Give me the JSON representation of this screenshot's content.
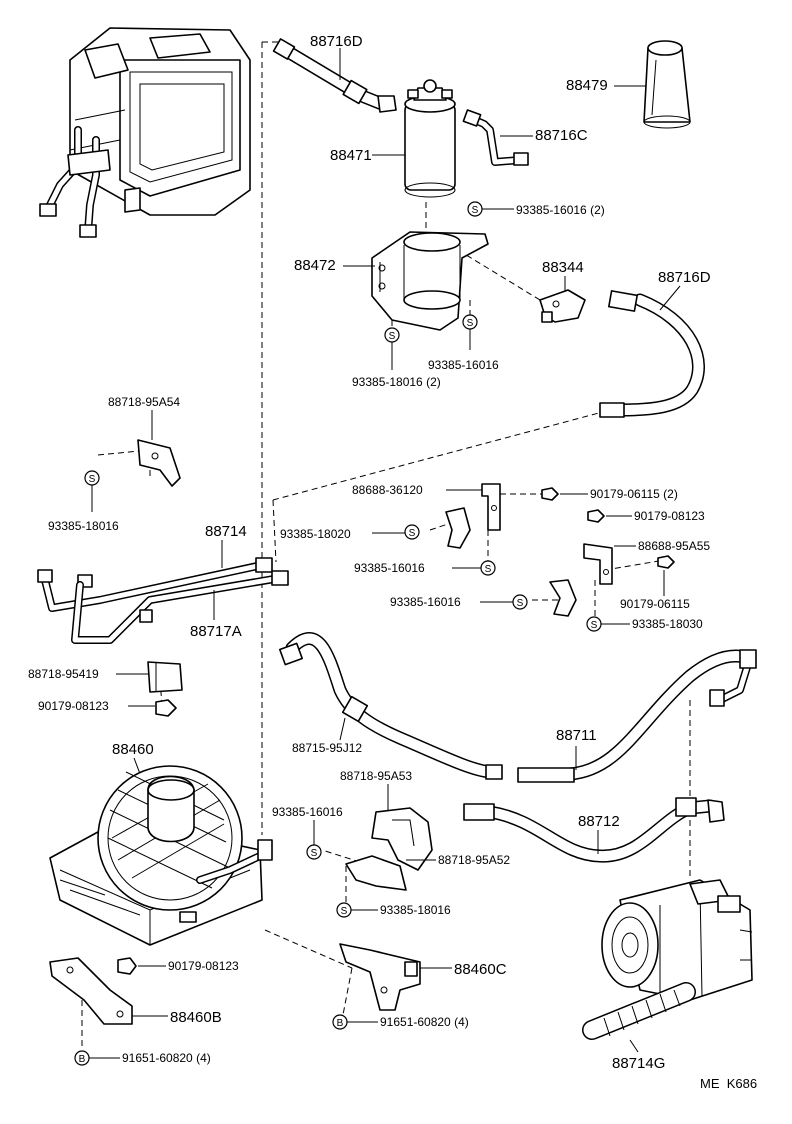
{
  "footer": {
    "code": "ME  K686"
  },
  "symbols": {
    "screw": "S",
    "bolt": "B"
  },
  "parts": {
    "hose_88716D_top": "88716D",
    "drier": "88471",
    "cover": "88479",
    "pipe_88716C": "88716C",
    "bracket_88472": "88472",
    "screw_93385_16016_2": "93385-16016 (2)",
    "bracket_88344": "88344",
    "hose_88716D_right": "88716D",
    "screw_93385_16016_a": "93385-16016",
    "screw_93385_18016_2": "93385-18016 (2)",
    "bracket_88718_95A54": "88718-95A54",
    "screw_93385_18016_a": "93385-18016",
    "pipe_88714": "88714",
    "pipe_88717A": "88717A",
    "bracket_88718_95419": "88718-95419",
    "nut_90179_08123_a": "90179-08123",
    "bracket_88688_36120": "88688-36120",
    "nut_90179_06115_2": "90179-06115 (2)",
    "screw_93385_18020": "93385-18020",
    "nut_90179_08123_b": "90179-08123",
    "screw_93385_16016_b": "93385-16016",
    "bracket_88688_95A55": "88688-95A55",
    "screw_93385_16016_c": "93385-16016",
    "nut_90179_06115": "90179-06115",
    "screw_93385_18030": "93385-18030",
    "hose_88715_95J12": "88715-95J12",
    "hose_88711": "88711",
    "bracket_88718_95A53": "88718-95A53",
    "screw_93385_16016_d": "93385-16016",
    "bracket_88718_95A52": "88718-95A52",
    "hose_88712": "88712",
    "screw_93385_18016_b": "93385-18016",
    "condenser_fan_88460": "88460",
    "nut_90179_08123_c": "90179-08123",
    "bracket_88460C": "88460C",
    "bracket_88460B": "88460B",
    "bolt_91651_60820_a": "91651-60820 (4)",
    "bolt_91651_60820_b": "91651-60820 (4)",
    "hose_88714G": "88714G"
  }
}
